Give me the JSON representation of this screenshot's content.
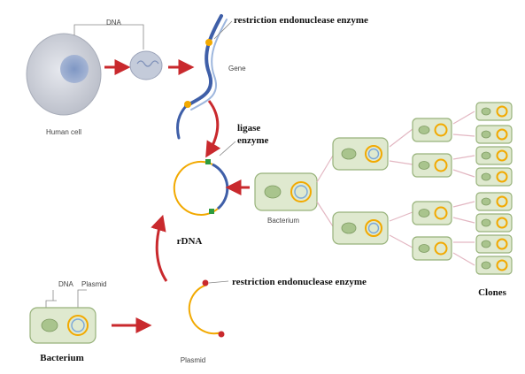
{
  "labels": {
    "dna_top": "DNA",
    "restriction_top": "restriction endonuclease enzyme",
    "gene": "Gene",
    "human_cell": "Human cell",
    "ligase_line1": "ligase",
    "ligase_line2": "enzyme",
    "rdna": "rDNA",
    "bacterium_mid": "Bacterium",
    "dna_bottom": "DNA",
    "plasmid_bottom": "Plasmid",
    "restriction_bottom": "restriction endonuclease enzyme",
    "bacterium_bottom": "Bacterium",
    "plasmid_label": "Plasmid",
    "clones": "Clones"
  },
  "colors": {
    "arrow": "#c9292d",
    "plasmid": "#f2a900",
    "dna_strand": "#3f5fa8",
    "bacterium_fill": "#dfe9cf",
    "link": "#e3b7c2"
  },
  "icons": [
    "human-cell-icon",
    "nucleus-icon",
    "dna-strand-icon",
    "plasmid-icon",
    "bacterium-icon"
  ]
}
